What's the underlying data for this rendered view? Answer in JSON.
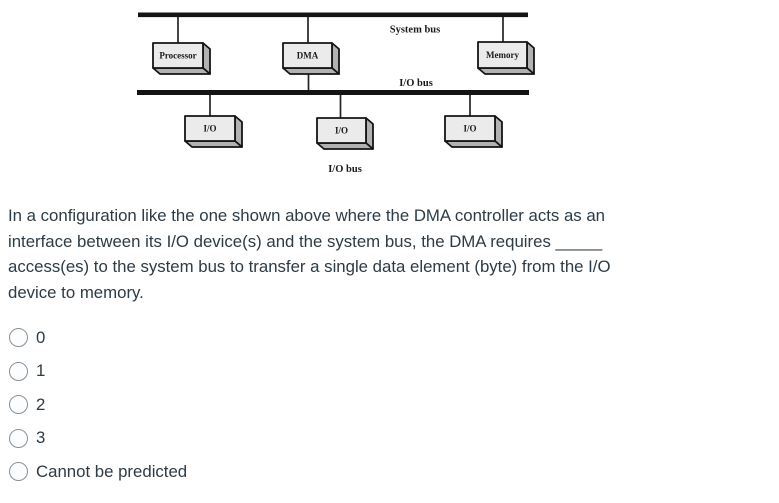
{
  "diagram": {
    "bus_labels": {
      "system": "System bus",
      "io_top": "I/O bus",
      "io_bottom": "I/O bus"
    },
    "nodes": {
      "processor": "Processor",
      "dma": "DMA",
      "memory": "Memory",
      "io_1": "I/O",
      "io_2": "I/O",
      "io_3": "I/O"
    },
    "colors": {
      "box_face": "#ebebeb",
      "box_side": "#b2b2b2",
      "outline": "#141414"
    }
  },
  "question": {
    "lines": [
      "In a configuration like the one shown above where the DMA controller acts as an",
      "interface between its I/O device(s) and the system bus, the DMA requires _____",
      "access(es) to the system bus to transfer a single data element (byte) from the I/O",
      "device to memory."
    ],
    "text_color": "#2d3b45"
  },
  "options": [
    {
      "label": "0",
      "selected": false
    },
    {
      "label": "1",
      "selected": false
    },
    {
      "label": "2",
      "selected": false
    },
    {
      "label": "3",
      "selected": false
    },
    {
      "label": "Cannot be predicted",
      "selected": false
    }
  ]
}
